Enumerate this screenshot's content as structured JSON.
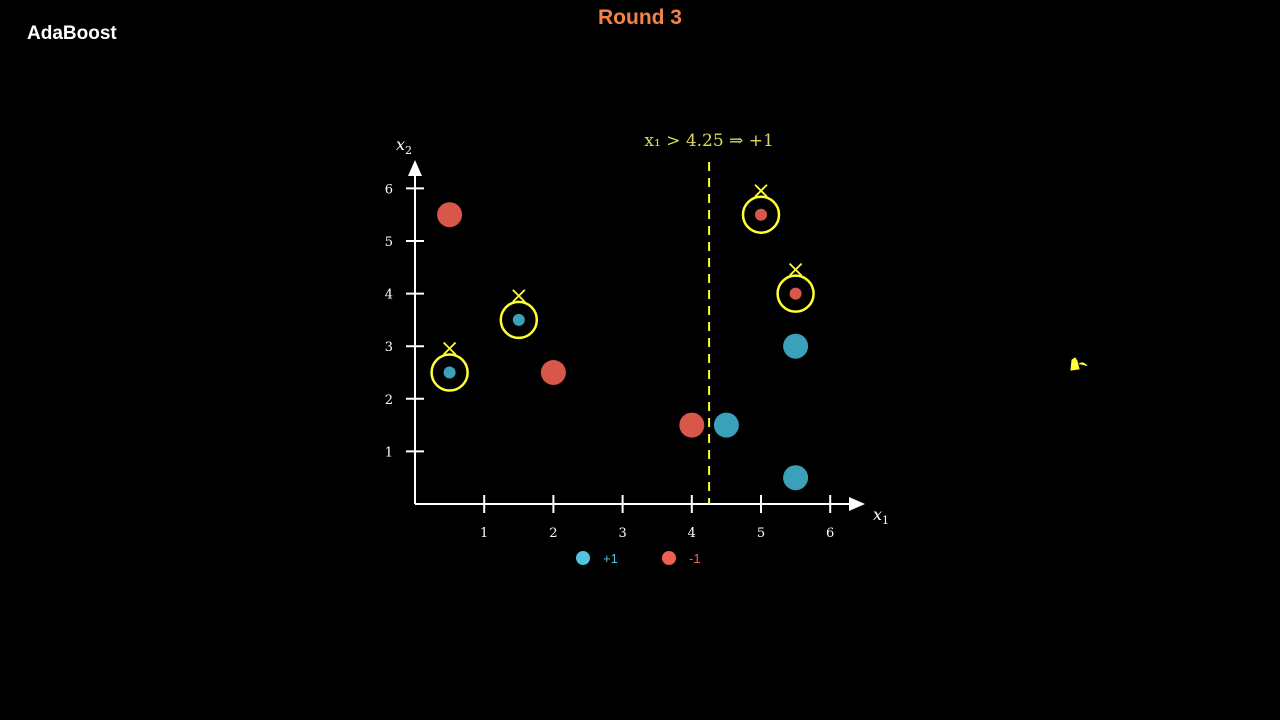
{
  "header": {
    "app_title": "AdaBoost",
    "round_title": "Round 3"
  },
  "colors": {
    "background": "#000000",
    "axis": "#ffffff",
    "title_accent": "#f5824a",
    "positive": "#3aa1b9",
    "negative": "#d9564a",
    "legend_positive": "#4fc3e0",
    "legend_negative": "#f0604e",
    "highlight": "#ffff33",
    "rule_text": "#d8d860"
  },
  "chart_data": {
    "type": "scatter",
    "xlabel": "x",
    "xlabel_sub": "1",
    "ylabel": "x",
    "ylabel_sub": "2",
    "xlim": [
      0,
      6.5
    ],
    "ylim": [
      0,
      6.5
    ],
    "x_ticks": [
      "1",
      "2",
      "3",
      "4",
      "5",
      "6"
    ],
    "y_ticks": [
      "1",
      "2",
      "3",
      "4",
      "5",
      "6"
    ],
    "grid": false,
    "decision_stump": {
      "threshold": 4.25,
      "rule_label": "x₁ > 4.25  ⇒  +1",
      "line_style": "dashed"
    },
    "points": [
      {
        "x": 0.5,
        "y": 5.5,
        "label": -1,
        "weight": "large",
        "misclassified": false
      },
      {
        "x": 0.5,
        "y": 2.5,
        "label": 1,
        "weight": "small",
        "misclassified": true
      },
      {
        "x": 1.5,
        "y": 3.5,
        "label": 1,
        "weight": "small",
        "misclassified": true
      },
      {
        "x": 2.0,
        "y": 2.5,
        "label": -1,
        "weight": "large",
        "misclassified": false
      },
      {
        "x": 4.0,
        "y": 1.5,
        "label": -1,
        "weight": "large",
        "misclassified": false
      },
      {
        "x": 4.5,
        "y": 1.5,
        "label": 1,
        "weight": "large",
        "misclassified": false
      },
      {
        "x": 5.0,
        "y": 5.5,
        "label": -1,
        "weight": "small",
        "misclassified": true
      },
      {
        "x": 5.5,
        "y": 4.0,
        "label": -1,
        "weight": "small",
        "misclassified": true
      },
      {
        "x": 5.5,
        "y": 3.0,
        "label": 1,
        "weight": "large",
        "misclassified": false
      },
      {
        "x": 5.5,
        "y": 0.5,
        "label": 1,
        "weight": "large",
        "misclassified": false
      }
    ],
    "legend": [
      {
        "label": "+1",
        "class": 1
      },
      {
        "label": "-1",
        "class": -1
      }
    ],
    "legend_position": "bottom-center"
  }
}
